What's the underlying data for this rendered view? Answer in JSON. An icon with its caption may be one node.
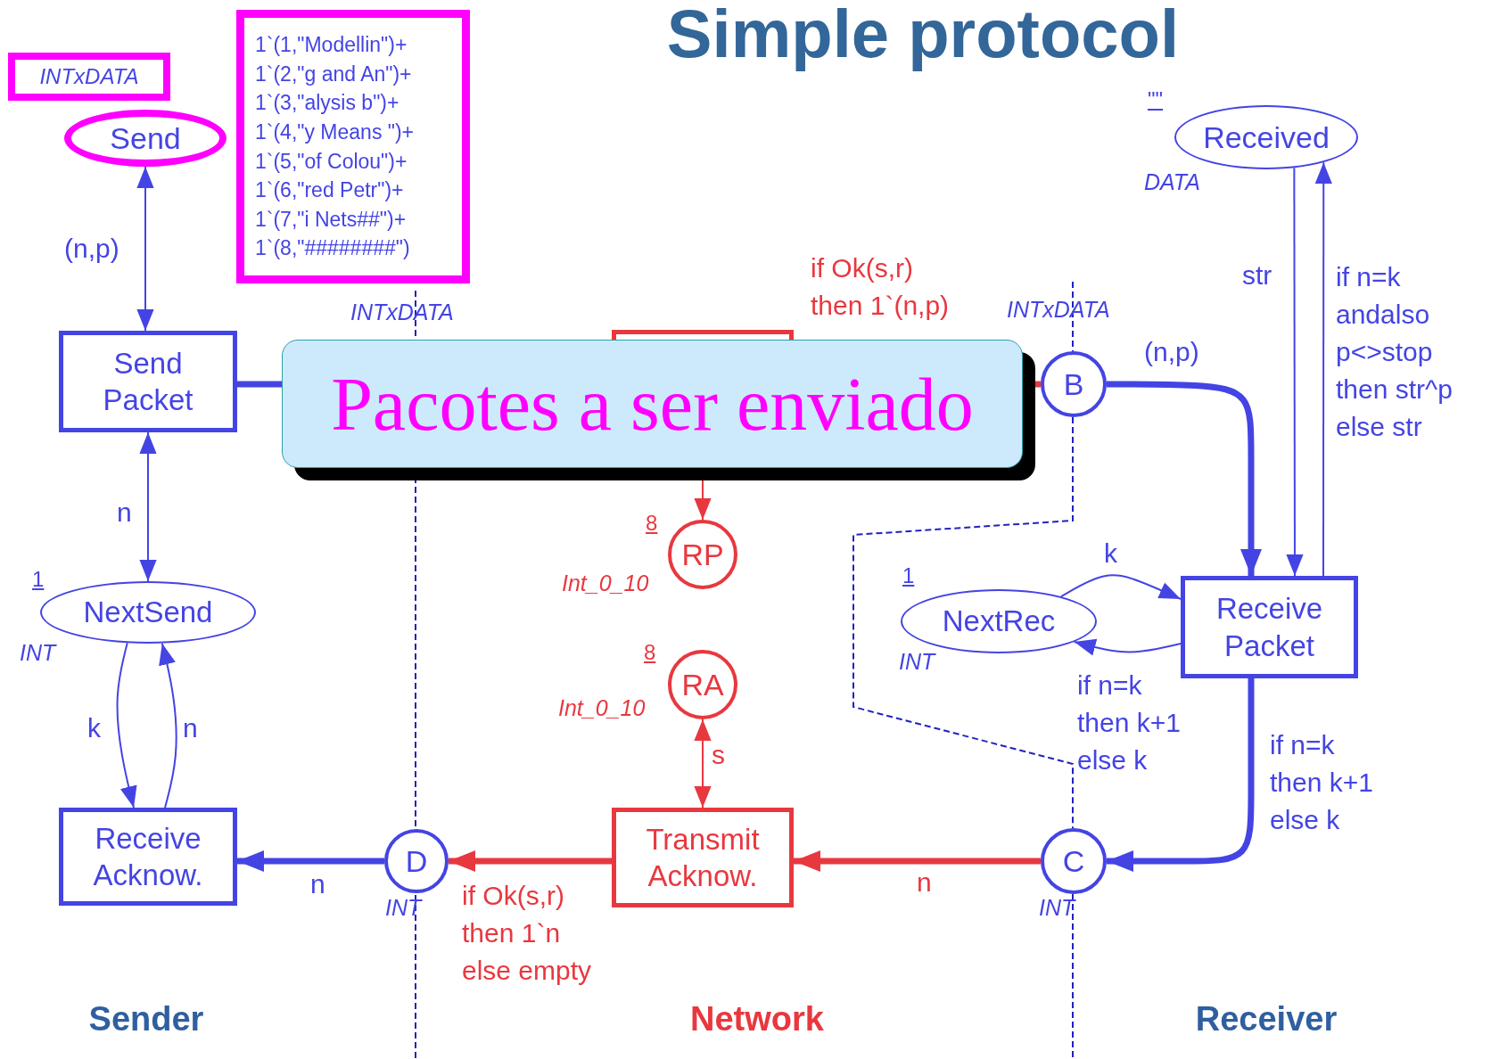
{
  "diagram": {
    "title": "Simple protocol",
    "nodes": [
      {
        "text": [
          "INTxDATA"
        ]
      },
      {
        "text": [
          "1`(1,\"Modellin\")+",
          "1`(2,\"g and An\")+",
          "1`(3,\"alysis b\")+",
          "1`(4,\"y Means \")+",
          "1`(5,\"of Colou\")+",
          "1`(6,\"red Petr\")+",
          "1`(7,\"i Nets##\")+",
          "1`(8,\"########\")"
        ]
      },
      {
        "text": [
          "Send"
        ]
      },
      {
        "text": [
          "Send Packet"
        ]
      },
      {
        "text": [
          "Pacotes a ser enviado"
        ]
      },
      {
        "text": [],
        "shape": "box"
      },
      {
        "text": [
          "B"
        ],
        "beside": [
          "INTxDATA"
        ]
      },
      {
        "text": [
          "Received"
        ],
        "beside": [
          "\"\"",
          "DATA"
        ]
      },
      {
        "text": [
          "RP"
        ],
        "beside": [
          "8",
          "Int_0_10"
        ]
      },
      {
        "text": [
          "NextSend"
        ],
        "beside": [
          "1",
          "INT"
        ]
      },
      {
        "text": [
          "NextRec"
        ],
        "beside": [
          "1",
          "INT"
        ]
      },
      {
        "text": [
          "Receive Packet"
        ]
      },
      {
        "text": [
          "RA"
        ],
        "beside": [
          "8",
          "Int_0_10"
        ]
      },
      {
        "text": [
          "Receive Acknow."
        ]
      },
      {
        "text": [
          "D"
        ],
        "beside": [
          "INT"
        ]
      },
      {
        "text": [
          "Transmit Acknow."
        ]
      },
      {
        "text": [
          "C"
        ],
        "beside": [
          "INT"
        ]
      }
    ],
    "edges": [
      {
        "from": 3,
        "to": 2,
        "arrow": "both",
        "label": "(n,p)"
      },
      {
        "from": 3,
        "to": 4,
        "arrow": "none",
        "style": "thick"
      },
      {
        "from": 4,
        "to": 6,
        "arrow": "none",
        "label": "if Ok(s,r) then 1`(n,p)",
        "style": "thick",
        "color": "#e8383f"
      },
      {
        "from": 6,
        "to": 11,
        "arrow": "to",
        "label": "(n,p)",
        "style": "thick"
      },
      {
        "from": 7,
        "to": 11,
        "arrow": "to",
        "label": "str"
      },
      {
        "from": 11,
        "to": 7,
        "arrow": "to",
        "label": "if n=k andalso p<>stop then str^p else str"
      },
      {
        "from": 3,
        "to": 9,
        "arrow": "both",
        "label": "n"
      },
      {
        "from": 4,
        "to": 8,
        "arrow": "to",
        "color": "#e8383f"
      },
      {
        "from": 9,
        "to": 13,
        "arrow": "to",
        "label": "k"
      },
      {
        "from": 13,
        "to": 9,
        "arrow": "to",
        "label": "n"
      },
      {
        "from": 10,
        "to": 11,
        "arrow": "to",
        "label": "k"
      },
      {
        "from": 11,
        "to": 10,
        "arrow": "to",
        "label": "if n=k then k+1 else k"
      },
      {
        "from": 11,
        "to": 16,
        "arrow": "to",
        "label": "if n=k then k+1 else k",
        "style": "thick"
      },
      {
        "from": 12,
        "to": 15,
        "arrow": "both",
        "label": "s",
        "color": "#e8383f"
      },
      {
        "from": 14,
        "to": 13,
        "arrow": "to",
        "label": "n",
        "style": "thick"
      },
      {
        "from": 15,
        "to": 14,
        "arrow": "to",
        "label": "if Ok(s,r) then 1`n else empty",
        "style": "thick",
        "color": "#e8383f"
      },
      {
        "from": 16,
        "to": 15,
        "arrow": "to",
        "label": "n",
        "style": "thick",
        "color": "#e8383f"
      }
    ],
    "labels": [
      "INTxDATA",
      "Sender",
      "Network",
      "Receiver"
    ]
  }
}
